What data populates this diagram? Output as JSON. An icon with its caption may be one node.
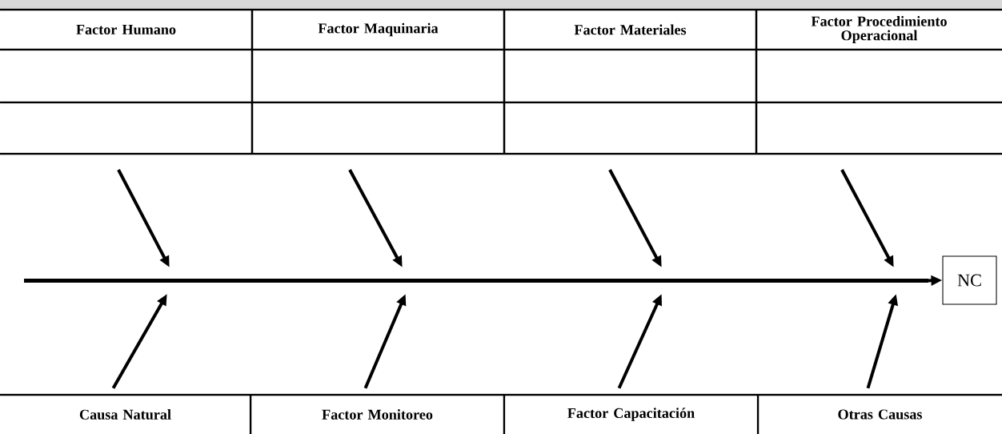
{
  "diagram": {
    "nodes": [
      {
        "text": [
          "Factor Humano"
        ]
      },
      {
        "text": [
          "Factor Maquinaria"
        ]
      },
      {
        "text": [
          "Factor Materiales"
        ]
      },
      {
        "text": [
          "Factor Procedimiento Operacional"
        ]
      },
      {
        "text": [
          "Causa Natural"
        ]
      },
      {
        "text": [
          "Factor Monitoreo"
        ]
      },
      {
        "text": [
          "Factor Capacitación"
        ]
      },
      {
        "text": [
          "Otras Causas"
        ]
      },
      {
        "text": [],
        "shape": "bar"
      },
      {
        "text": [
          "NC"
        ]
      }
    ],
    "edges": [
      {
        "from": null,
        "to": 8,
        "arrow": "to"
      },
      {
        "from": null,
        "to": 8,
        "arrow": "to"
      },
      {
        "from": null,
        "to": 8,
        "arrow": "to"
      },
      {
        "from": null,
        "to": 8,
        "arrow": "to"
      },
      {
        "from": 4,
        "to": 8,
        "arrow": "to"
      },
      {
        "from": 5,
        "to": 8,
        "arrow": "to"
      },
      {
        "from": 6,
        "to": 8,
        "arrow": "to"
      },
      {
        "from": 7,
        "to": 8,
        "arrow": "to"
      },
      {
        "from": 8,
        "to": 9,
        "arrow": "to"
      }
    ]
  }
}
